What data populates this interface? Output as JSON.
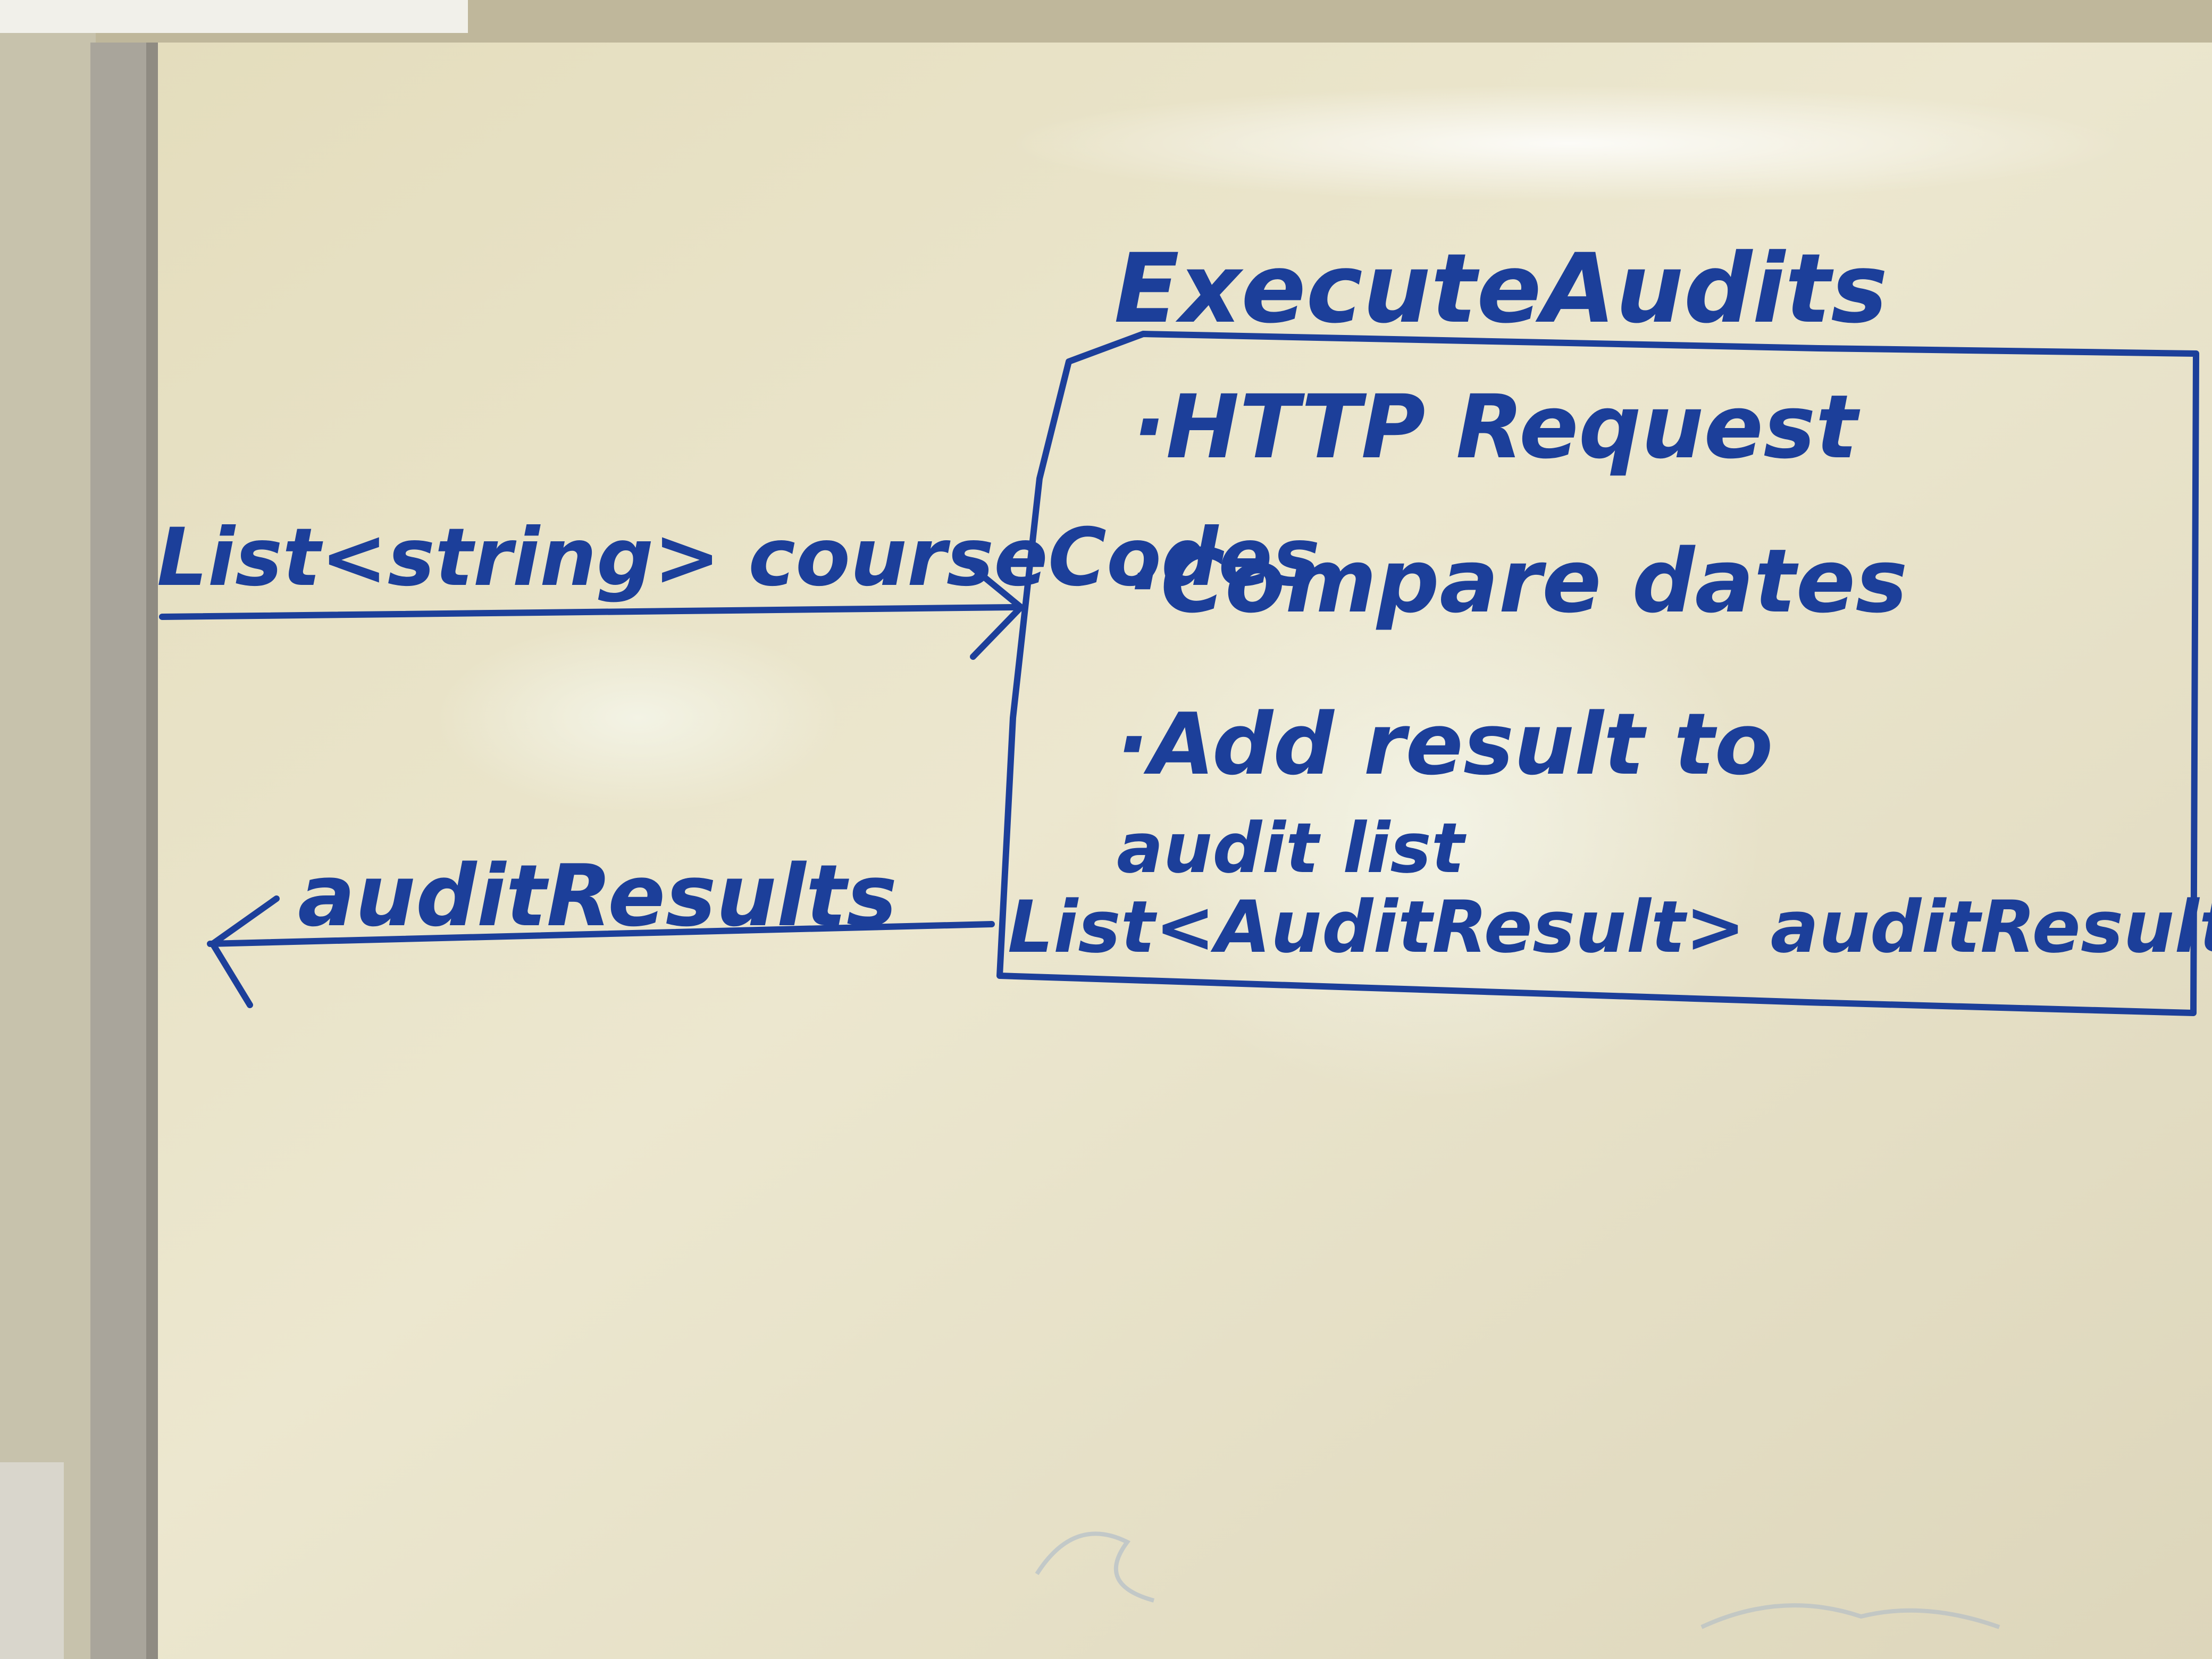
{
  "diagram": {
    "box_title": "ExecuteAudits",
    "box_items": [
      "·HTTP Request",
      "·Compare dates",
      "·Add result to",
      "audit list"
    ],
    "box_output": "List<AuditResult> auditResults",
    "input_label": "List<string> courseCodes",
    "output_label": "auditResults"
  },
  "colors": {
    "ink": "#1c3f9a",
    "board": "#e8e2c8",
    "frame": "#a9a59b"
  }
}
